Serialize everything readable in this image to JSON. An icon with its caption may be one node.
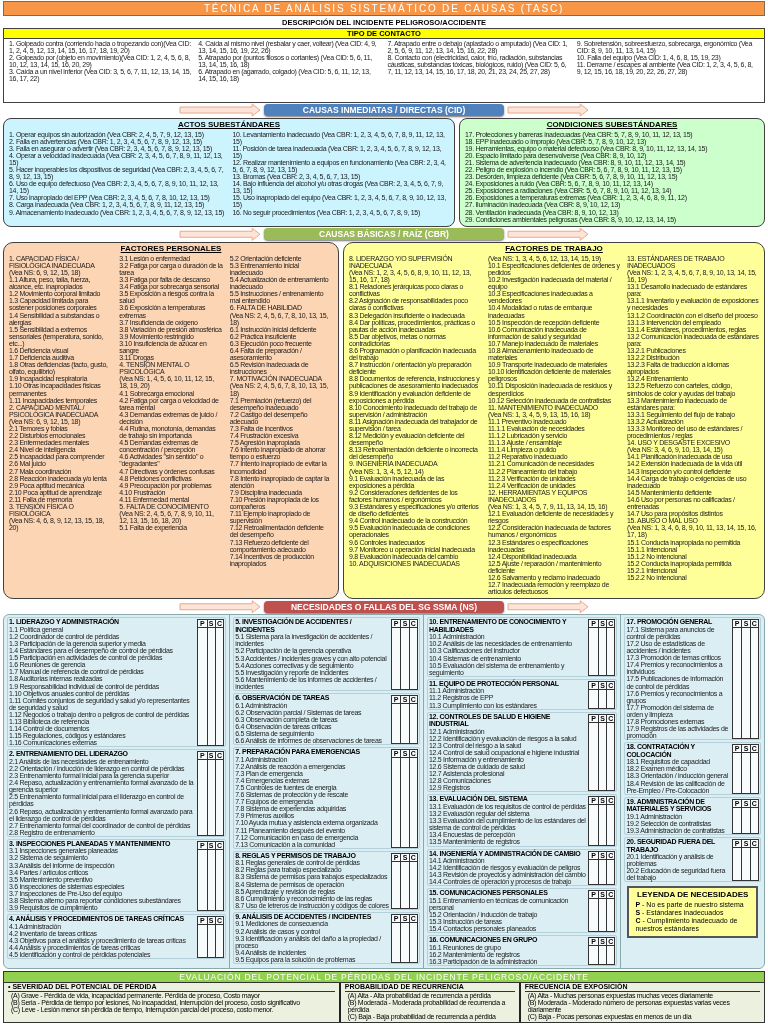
{
  "diagram": {
    "title": "TÉCNICA DE ANÁLISIS SISTEMÁTICO DE CAUSAS (TASC)",
    "labels": [
      "DESCRIPCIÓN DEL INCIDENTE PELIGROSO/ACCIDENTE"
    ],
    "edges": [
      {
        "from": null,
        "to": 1,
        "arrow": "to"
      },
      {
        "from": 1,
        "to": null,
        "arrow": "to"
      },
      {
        "from": null,
        "to": 4,
        "arrow": "to"
      },
      {
        "from": 4,
        "to": null,
        "arrow": "to"
      },
      {
        "from": null,
        "to": 7,
        "arrow": "to"
      },
      {
        "from": 7,
        "to": null,
        "arrow": "to"
      }
    ],
    "nodes": [
      {
        "text": [
          "TIPO DE CONTACTO",
          "1. Golpeado contra (corriendo hacia o tropezando con)(Vea CID: 1, 2, 4, 5, 12, 13, 14, 15, 16, 17, 18, 19, 20)",
          "2. Golpeado por (objeto en movimiento)(Vea CID: 1, 2, 4, 5, 6, 8, 10, 12, 13, 14, 15, 16, 20, 29)",
          "3. Caída a un nivel inferior (Vea CID: 3, 5, 6, 7, 11, 12, 13, 14, 15, 16, 17, 22)",
          "4. Caída al mismo nivel (resbalar y caer, voltear) (Vea CID: 4, 9, 13, 14, 15, 16, 19, 22, 26)",
          "5. Atrapado por (puntos filosos o cortantes) (Vea CID: 5, 6, 11, 13, 14, 15, 16, 18)",
          "6. Atrapado en (agarrado, colgado) (Vea CID: 5, 6, 11, 12, 13, 14, 15, 16, 18)",
          "7. Atrapado entre o debajo (aplastado o amputado) (Vea CID: 1, 2, 5, 6, 9, 11, 12, 13, 14, 15, 16, 22, 28)",
          "8. Contacto con (electricidad, calor, frío, radiación, substancias cáusticas, substancias tóxicas, biológicos, ruido) (Vea CID: 5, 6, 7, 11, 12, 13, 14, 15, 16, 17, 18, 20, 21, 23, 24, 25, 27, 28)",
          "9. Sobretensión, sobreesfuerzo, sobrecarga, ergonómico (Vea CID: 8, 9, 10, 11, 13, 14, 15)",
          "10. Falla del equipo (Vea CID: 1, 4, 6, 8, 15, 19, 23)",
          "11. Derrame / escapes al ambiente (Vea CID: 1, 2, 3, 4, 5, 6, 8, 9, 12, 15, 16, 18, 19, 20, 22, 26, 27, 28)"
        ]
      },
      {
        "text": [
          "CAUSAS INMEDIATAS / DIRECTAS (CID)"
        ]
      },
      {
        "text": [
          "ACTOS SUBESTÁNDARES",
          "1. Operar equipos sin autorización (Vea CBR: 2, 4, 5, 7, 9, 12, 13, 15)",
          "2. Falla en advertencias (Vea CBR: 1, 2, 3, 4, 5, 6, 7, 8, 9, 12, 13, 15)",
          "3. Falla en asegurar o advertir (Vea CBR: 2, 3, 4, 5, 6, 7, 8, 9, 12, 13, 15)",
          "4. Operar a velocidad inadecuada (Vea CBR: 2, 3, 4, 5, 6, 7, 8, 9, 11, 12, 13, 15)",
          "5. Hacer inoperables los dispositivos de seguridad (Vea CBR: 2, 3, 4, 5, 6, 7, 8, 9, 12, 13, 15)",
          "6. Uso de equipo defectuoso (Vea CBR: 2, 3, 4, 5, 6, 7, 8, 9, 10, 11, 12, 13, 14, 15)",
          "7. Uso inapropiado del EPP (Vea CBR: 2, 3, 4, 5, 6, 7, 8, 10, 12, 13, 15)",
          "8. Carga inadecuada (Vea CBR: 1, 2, 3, 4, 5, 6, 7, 8, 9, 11, 12, 13, 15)",
          "9. Almacenamiento inadecuado (Vea CBR: 1, 2, 3, 4, 5, 6, 7, 8, 9, 12, 13, 15)",
          "10. Levantamiento inadecuado (Vea CBR: 1, 2, 3, 4, 5, 6, 7, 8, 9, 11, 12, 13, 15)",
          "11. Posición de tarea inadecuada (Vea CBR: 1, 2, 3, 4, 5, 6, 7, 8, 9, 12, 13, 15)",
          "12. Realizar mantenimiento a equipos en funcionamiento (Vea CBR: 2, 3, 4, 5, 6, 7, 8, 9, 12, 13, 15)",
          "13. Bromas (Vea CBR: 2, 3, 4, 5, 6, 7, 13, 15)",
          "14. Bajo influencia del alcohol y/u otras drogas (Vea CBR: 2, 3, 4, 5, 6, 7, 9, 13, 15)",
          "15. Uso inapropiado del equipo (Vea CBR: 1, 2, 3, 4, 5, 6, 7, 8, 9, 10, 12, 13, 15)",
          "16. No seguir procedimientos (Vea CBR: 1, 2, 3, 4, 5, 6, 7, 8, 9, 15)"
        ]
      },
      {
        "text": [
          "CONDICIONES SUBESTÁNDARES",
          "17. Protecciones y barreras inadecuadas (Vea CBR: 5, 7, 8, 9, 10, 11, 12, 13, 15)",
          "18. EPP inadecuado o impropio (Vea CBR: 5, 7, 8, 9, 10, 12, 13)",
          "19. Herramientas, equipo o material defectuoso (Vea CBR: 8, 9, 10, 11, 12, 13, 14, 15)",
          "20. Espacio limitado para desenvolverse (Vea CBR: 8, 9, 10, 12)",
          "21. Sistema de advertencia inadecuado (Vea CBR: 8, 9, 10, 11, 12, 13, 14, 15)",
          "22. Peligro de explosión o incendio (Vea CBR: 5, 6, 7, 8, 9, 10, 11, 12, 13, 15)",
          "23. Desorden, limpieza deficiente (Vea CBR: 5, 6, 7, 8, 9, 10, 11, 12, 13, 15)",
          "24. Exposiciones a ruido (Vea CBR: 5, 6, 7, 8, 9, 10, 11, 12, 13, 14)",
          "25. Exposiciones a radiaciones (Vea CBR: 5, 6, 7, 8, 9, 10, 11, 12, 13, 14)",
          "26. Exposiciones a temperaturas extremas (Vea CBR: 1, 2, 3, 4, 6, 8, 9, 11, 12)",
          "27. Iluminación inadecuada (Vea CBR: 8, 9, 10, 12, 13)",
          "28. Ventilación inadecuada (Vea CBR: 8, 9, 10, 12, 13)",
          "29. Condiciones ambientales peligrosas (Vea CBR: 8, 9, 10, 12, 13, 14, 15)"
        ]
      },
      {
        "text": [
          "CAUSAS BÁSICAS / RAÍZ (CBR)"
        ]
      },
      {
        "text": [
          "FACTORES PERSONALES",
          "1. CAPACIDAD FÍSICA / FISIOLÓGICA INADECUADA",
          "(Vea NS: 6, 9, 12, 15, 18)",
          "1.1 Altura, peso, talla, fuerza, alcance, etc. inapropiados",
          "1.2 Movimiento corporal limitado",
          "1.3 Capacidad limitada para sostener posiciones corporales",
          "1.4 Sensibilidad a substancias o alergias",
          "1.5 Sensibilidad a extremos sensoriales (temperatura, sonido, etc...)",
          "1.6 Deficiencia visual",
          "1.7 Deficiencia auditiva",
          "1.8 Otras deficiencias (tacto, gusto, olfato, equilibrio)",
          "1.9 Incapacidad respiratoria",
          "1.10 Otras incapacidades físicas permanentes",
          "1.11 Incapacidades temporales",
          "2. CAPACIDAD MENTAL / PSICOLÓGICA INADECUADA",
          "(Vea NS: 6, 9, 12, 15, 18)",
          "2.1 Temores y fobias",
          "2.2 Disturbios emocionales",
          "2.3 Enfermedades mentales",
          "2.4 Nivel de inteligencia",
          "2.5 Incapacidad para comprender",
          "2.6 Mal juicio",
          "2.7 Mala coordinación",
          "2.8 Reacción inadecuada y/o lenta",
          "2.9 Poca aptitud mecánica",
          "2.10 Poca aptitud de aprendizaje",
          "2.11 Falla de memoria",
          "3. TENSIÓN FÍSICA O FISIOLÓGICA",
          "(Vea NS: 4, 6, 8, 9, 12, 13, 15, 18, 20)",
          "3.1 Lesión o enfermedad",
          "3.2 Fatiga por carga o duración de la tarea",
          "3.3 Fatiga por falta de descanso",
          "3.4 Fatiga por sobrecarga sensorial",
          "3.5 Exposición a riesgos contra la salud",
          "3.6 Exposición a temperaturas extremas",
          "3.7 Insuficiencia de oxígeno",
          "3.8 Variación de presión atmosférica",
          "3.9 Movimiento restringido",
          "3.10 Insuficiencia de azúcar en sangre",
          "3.11 Drogas",
          "4. TENSIÓN MENTAL O PSICOLÓGICA",
          "(Vea NS: 1, 4, 5, 6, 10, 11, 12, 15, 18, 19, 20)",
          "4.1 Sobrecarga emocional",
          "4.2 Fatiga por carga o velocidad de tarea mental",
          "4.3 Demandas extremas de juicio / decisión",
          "4.4 Rutina, monotonía, demandas de trabajo sin importancia",
          "4.5 Demandas extremas de concentración / percepción",
          "4.6 Actividades \"sin sentido\" o \"degradantes\"",
          "4.7 Directivas y órdenes confusas",
          "4.8 Peticiones conflictivas",
          "4.9 Preocupación por problemas",
          "4.10 Frustración",
          "4.11 Enfermedad mental",
          "5. FALTA DE CONOCIMIENTO",
          "(Vea NS: 2, 4, 5, 6, 7, 8, 9, 10, 11, 12, 13, 15, 16, 18, 20)",
          "5.1 Falta de experiencia",
          "5.2 Orientación deficiente",
          "5.3 Entrenamiento inicial inadecuado",
          "5.4 Actualización de entrenamiento inadecuado",
          "5.5 Instrucciones / entrenamiento mal entendido",
          "6. FALTA DE HABILIDAD",
          "(Vea NS: 2, 4, 5, 6, 7, 8, 10, 13, 15, 18)",
          "6.1 Instrucción inicial deficiente",
          "6.2 Práctica insuficiente",
          "6.3 Ejecución poco frecuente",
          "6.4 Falta de preparación / asesoramiento",
          "6.5 Revisión inadecuada de instrucciones",
          "7. MOTIVACIÓN INADECUADA",
          "(Vea NS: 2, 4, 5, 6, 7, 8, 10, 13, 15, 18)",
          "7.1 Premiación (refuerzo) del desempeño inadecuado",
          "7.2 Castigo del desempeño adecuado",
          "7.3 Falta de incentivos",
          "7.4 Frustración excesiva",
          "7.5 Agresión inapropiada",
          "7.6 Intento inapropiado de ahorrar tiempo o esfuerzo",
          "7.7 Intento inapropiado de evitar la incomodidad",
          "7.8 Intento inapropiado de captar la atención",
          "7.9 Disciplina inadecuada",
          "7.10 Presión inapropiada de los compañeros",
          "7.11 Ejemplo inapropiado de supervisión",
          "7.12 Retroalimentación deficiente del desempeño",
          "7.13 Refuerzo deficiente del comportamiento adecuado",
          "7.14 Incentivos de producción inapropiados"
        ]
      },
      {
        "text": [
          "FACTORES DE TRABAJO",
          "8. LIDERAZGO Y/O SUPERVISIÓN INADECUADA",
          "(Vea NS: 1, 2, 3, 4, 5, 6, 8, 9, 10, 11, 12, 13, 15, 16, 17, 18)",
          "8.1 Relaciones jerárquicas poco claras o conflictivas",
          "8.2 Asignación de responsabilidades poco claras o conflictivas",
          "8.3 Delegación insuficiente o inadecuada",
          "8.4 Dar políticas, procedimientos, prácticas o pautas de acción inadecuadas",
          "8.5 Dar objetivos, metas o normas contradictorias",
          "8.6 Programación o planificación inadecuada del trabajo",
          "8.7 Instrucción / orientación y/o preparación deficiente",
          "8.8 Documentos de referencia, instrucciones y publicaciones de asesoramiento inadecuados",
          "8.9 Identificación y evaluación deficiente de exposiciones a pérdida",
          "8.10 Conocimiento inadecuado del trabajo de supervisión / administración",
          "8.11 Asignación inadecuada del trabajador de supervisión / tarea",
          "8.12 Medición y evaluación deficiente del desempeño",
          "8.13 Retroalimentación deficiente o incorrecta del desempeño",
          "9. INGENIERÍA INADECUADA",
          "(Vea NS: 1, 3, 4, 5, 12, 14)",
          "9.1 Evaluación inadecuada de las exposiciones a pérdida",
          "9.2 Consideraciones deficientes de los factores humanos / ergonómicos",
          "9.3 Estándares y especificaciones y/o criterios de diseño deficientes",
          "9.4 Control inadecuado de la construcción",
          "9.5 Evaluación inadecuada de condiciones operacionales",
          "9.6 Controles inadecuados",
          "9.7 Monitoreo u operación inicial inadecuada",
          "9.8 Evaluación inadecuada del cambio",
          "10. ADQUISICIONES INADECUADAS",
          "(Vea NS: 1, 3, 4, 5, 6, 12, 13, 14, 15, 19)",
          "10.1 Especificaciones deficientes de órdenes y pedidos",
          "10.2 Investigación inadecuada del material / equipo",
          "10.3 Especificaciones inadecuadas a vendedores",
          "10.4 Modalidad o rutas de embarque inadecuadas",
          "10.5 Inspección de recepción deficiente",
          "10.6 Comunicación inadecuada de información de salud y seguridad",
          "10.7 Manejo inadecuado de materiales",
          "10.8 Almacenamiento inadecuado de materiales",
          "10.9 Transporte inadecuado de materiales",
          "10.10 Identificación deficiente de materiales peligrosos",
          "10.11 Disposición inadecuada de residuos y desperdicios",
          "10.12 Selección inadecuada de contratistas",
          "11. MANTENIMIENTO INADECUADO",
          "(Vea NS: 1, 3, 4, 5, 9, 13, 15, 16, 18)",
          "11.1 Preventivo inadecuado",
          "11.1.1 Evaluación de necesidades",
          "11.1.2 Lubricación y servicio",
          "11.1.3 Ajuste / ensamblaje",
          "11.1.4 Limpieza o pulido",
          "11.2 Reparativo inadecuado",
          "11.2.1 Comunicación de necesidades",
          "11.2.2 Planeamiento del trabajo",
          "11.2.3 Verificación de unidades",
          "11.2.4 Verificación de unidades",
          "12. HERRAMIENTAS Y EQUIPOS INADECUADOS",
          "(Vea NS: 1, 3, 4, 5, 7, 9, 11, 13, 14, 15, 16)",
          "12.1 Evaluación deficiente de necesidades y riesgos",
          "12.2 Consideración inadecuada de factores humanos / ergonómicos",
          "12.3 Estándares o especificaciones inadecuadas",
          "12.4 Disponibilidad inadecuada",
          "12.5 Ajuste / reparación / mantenimiento deficiente",
          "12.6 Salvamento y reclamo inadecuado",
          "12.7 Inadecuada remoción y reemplazo de artículos defectuosos",
          "13. ESTÁNDARES DE TRABAJO INADECUADOS",
          "(Vea NS: 1, 2, 3, 4, 5, 6, 7, 8, 9, 10, 13, 14, 15, 16, 19)",
          "13.1 Desarrollo inadecuado de estándares para:",
          "13.1.1 Inventario y evaluación de exposiciones y necesidades",
          "13.1.2 Coordinación con el diseño del proceso",
          "13.1.3 Intervención del empleado",
          "13.1.4 Estándares, procedimientos, reglas",
          "13.2 Comunicación inadecuada de estándares para:",
          "13.2.1 Publicaciones",
          "13.2.2 Distribución",
          "13.2.3 Falta de traducción a idiomas apropiados",
          "13.2.4 Entrenamiento",
          "13.2.5 Refuerzo con carteles, código, símbolos de color y ayudas del trabajo",
          "13.3 Mantenimiento inadecuado de estándares para:",
          "13.3.1 Seguimiento del flujo de trabajo",
          "13.3.2 Actualización",
          "13.3.3 Monitoreo del uso de estándares / procedimientos / reglas",
          "14. USO Y DESGASTE EXCESIVO",
          "(Vea NS: 3, 4, 6, 9, 10, 13, 14, 15)",
          "14.1 Planificación inadecuada de uso",
          "14.2 Extensión inadecuada de la vida útil",
          "14.3 Inspección y/o control deficiente",
          "14.4 Carga de trabajo o exigencias de uso inadecuado",
          "14.5 Mantenimiento deficiente",
          "14.6 Uso por personas no calificadas / entrenadas",
          "14.7 Uso para propósitos distintos",
          "15. ABUSO O MAL USO",
          "(Vea NS: 1, 3, 4, 6, 8, 9, 10, 11, 13, 14, 15, 16, 17, 18)",
          "15.1 Conducta inapropiada no permitida",
          "15.1.1 Intencional",
          "15.1.2 No intencional",
          "15.2 Conducta inapropiada permitida",
          "15.2.1 Intencional",
          "15.2.2 No intencional"
        ]
      },
      {
        "text": [
          "NECESIDADES O FALLAS DEL SG SSMA (NS)"
        ]
      },
      {
        "text": [],
        "shape": "box"
      },
      {
        "text": [
          "1. LIDERAZGO Y ADMINISTRACIÓN",
          "1.1 Política general",
          "1.2 Coordinador de control de pérdidas",
          "1.3 Participación de la gerencia superior y media",
          "1.4 Estándares para el desempeño de control de pérdidas",
          "1.5 Participación en actividades de control de pérdidas",
          "1.6 Reuniones de gerencia",
          "1.7 Manual de referencia de control de pérdidas",
          "1.8 Auditorías internas realizadas",
          "1.9 Responsabilidad individual de control de pérdidas",
          "1.10 Objetivos anuales control de pérdidas",
          "1.11 Comités conjuntos de seguridad y salud y/o representantes de seguridad y salud",
          "1.12 Negocios o trabajo dentro o peligros de control de pérdidas",
          "1.13 Biblioteca de referencia",
          "1.14 Control de documentos",
          "1.15 Regulaciones, códigos y estándares",
          "1.16 Comunicaciones externas",
          "P",
          "S",
          "C"
        ],
        "in": 8
      },
      {
        "text": [
          "2. ENTRENAMIENTO DEL LIDERAZGO",
          "2.1 Análisis de las necesidades de entrenamiento",
          "2.2 Orientación / inducción de liderazgo en control de pérdidas",
          "2.3 Entrenamiento formal inicial para la gerencia superior",
          "2.4 Repaso, actualización y entrenamiento formal avanzado de la gerencia superior",
          "2.5 Entrenamiento formal inicial para el liderazgo en control de pérdidas",
          "2.6 Repaso, actualización y entrenamiento formal avanzado para el liderazgo de control de pérdidas",
          "2.7 Entrenamiento formal del coordinador de control de pérdidas",
          "2.8 Registro de entrenamiento",
          "P",
          "S",
          "C"
        ],
        "in": 8
      },
      {
        "text": [
          "3. INSPECCIONES PLANEADAS Y MANTENIMIENTO",
          "3.1 Inspecciones generales planeadas",
          "3.2 Sistema de seguimiento",
          "3.3 Análisis del informe de inspección",
          "3.4 Partes / artículos críticos",
          "3.5 Mantenimiento preventivo",
          "3.6 Inspecciones de sistemas especiales",
          "3.7 Inspecciones de Pre-Uso del equipo",
          "3.8 Sistema alterno para reportar condiciones subestándares",
          "3.9 Requisitos de cumplimiento",
          "P",
          "S",
          "C"
        ],
        "in": 8
      },
      {
        "text": [
          "4. ANÁLISIS Y PROCEDIMIENTOS DE TAREAS CRÍTICAS",
          "4.1 Administración",
          "4.2 Inventario de tareas críticas",
          "4.3 Objetivos para el análisis y procedimiento de tareas críticas",
          "4.4 Análisis y procedimientos de tareas críticas",
          "4.5 Identificación y control de pérdidas potenciales",
          "P",
          "S",
          "C"
        ],
        "in": 8
      },
      {
        "text": [
          "5. INVESTIGACIÓN DE ACCIDENTES / INCIDENTES",
          "5.1 Sistema para la investigación de accidentes / incidentes",
          "5.2 Participación de la gerencia operativa",
          "5.3 Accidentes / incidentes graves y con alto potencial",
          "5.4 Acciones correctivas y de seguimiento",
          "5.5 Investigación y reporte de incidentes",
          "5.6 Mantenimiento de los informes de accidentes / incidentes",
          "P",
          "S",
          "C"
        ],
        "in": 8
      },
      {
        "text": [
          "6. OBSERVACIÓN DE TAREAS",
          "6.1 Administración",
          "6.2 Observación parcial / Sistemas de tareas",
          "6.3 Observación completa de tareas",
          "6.4 Observación de tareas críticas",
          "6.5 Sistema de seguimiento",
          "6.6 Análisis de informes de observaciones de tareas",
          "P",
          "S",
          "C"
        ],
        "in": 8
      },
      {
        "text": [
          "7. PREPARACIÓN PARA EMERGENCIAS",
          "7.1 Administración",
          "7.2 Análisis de reacción a emergencias",
          "7.3 Plan de emergencia",
          "7.4 Emergencias externas",
          "7.5 Controles de fuentes de energía",
          "7.6 Sistemas de protección y de rescate",
          "7.7 Equipos de emergencia",
          "7.8 Sistema de experiencias adquiridas",
          "7.9 Primeros auxilios",
          "7.10 Ayuda mutua y asistencia externa organizada",
          "7.11 Planeamiento después del evento",
          "7.12 Comunicación en caso de emergencia",
          "7.13 Comunicación a la comunidad",
          "P",
          "S",
          "C"
        ],
        "in": 8
      },
      {
        "text": [
          "8. REGLAS Y PERMISOS DE TRABAJO",
          "8.1 Reglas generales de control de pérdidas",
          "8.2 Reglas para trabajo especializado",
          "8.3 Sistema de permisos para trabajos especializados",
          "8.4 Sistema de permisos de operación",
          "8.5 Aprendizaje y revisión de reglas",
          "8.6 Cumplimiento y reconocimiento de las reglas",
          "8.7 Uso de letreros de instrucción y códigos de colores",
          "P",
          "S",
          "C"
        ],
        "in": 8
      },
      {
        "text": [
          "9. ANÁLISIS DE ACCIDENTES / INCIDENTES",
          "9.1 Mediciones de consecuencia",
          "9.2 Análisis de casos y control",
          "9.3 Identificación y análisis del daño a la propiedad / proceso",
          "9.4 Análisis de incidentes",
          "9.5 Equipos para la solución de problemas",
          "P",
          "S",
          "C"
        ],
        "in": 8
      },
      {
        "text": [
          "10. ENTRENAMIENTO DE CONOCIMIENTO Y HABILIDADES",
          "10.1 Administración",
          "10.2 Análisis de las necesidades de entrenamiento",
          "10.3 Calificaciones del instructor",
          "10.4 Sistemas de entrenamiento",
          "10.5 Evaluación del sistema de entrenamiento y seguimiento",
          "P",
          "S",
          "C"
        ],
        "in": 8
      },
      {
        "text": [
          "11. EQUIPO DE PROTECCIÓN PERSONAL",
          "11.1 Administración",
          "11.2 Registros de EPP",
          "11.3 Cumplimiento con los estándares",
          "P",
          "S",
          "C"
        ],
        "in": 8
      },
      {
        "text": [
          "12. CONTROLES DE SALUD E HIGIENE INDUSTRIAL",
          "12.1 Administración",
          "12.2 Identificación y evaluación de riesgos a la salud",
          "12.3 Control del riesgo a la salud",
          "12.4 Control de salud ocupacional e higiene industrial",
          "12.5 Información y entrenamiento",
          "12.6 Sistema de cuidado de salud",
          "12.7 Asistencia profesional",
          "12.8 Comunicaciones",
          "12.9 Registros",
          "P",
          "S",
          "C"
        ],
        "in": 8
      },
      {
        "text": [
          "13. EVALUACIÓN DEL SISTEMA",
          "13.1 Evaluación de los requisitos de control de pérdidas",
          "13.2 Evaluación regular del sistema",
          "13.3 Evaluación del cumplimiento de los estándares del sistema de control de pérdidas",
          "13.4 Encuestas de percepción",
          "13.5 Mantenimiento de registros",
          "P",
          "S",
          "C"
        ],
        "in": 8
      },
      {
        "text": [
          "14. INGENIERÍA Y ADMINISTRACIÓN DE CAMBIO",
          "14.1 Administración",
          "14.2 Identificación de riesgos y evaluación de peligros",
          "14.3 Revisión de proyectos y administración del cambio",
          "14.4 Controles de operación y procesos de trabajo",
          "P",
          "S",
          "C"
        ],
        "in": 8
      },
      {
        "text": [
          "15. COMUNICACIONES PERSONALES",
          "15.1 Entrenamiento en técnicas de comunicación personal",
          "15.2 Orientación / inducción de trabajo",
          "15.3 Instrucción de tareas",
          "15.4 Contactos personales planeados",
          "P",
          "S",
          "C"
        ],
        "in": 8
      },
      {
        "text": [
          "16. COMUNICACIONES EN GRUPO",
          "16.1 Reuniones de grupo",
          "16.2 Mantenimiento de registros",
          "16.3 Participación de la administración",
          "P",
          "S",
          "C"
        ],
        "in": 8
      },
      {
        "text": [
          "17. PROMOCIÓN GENERAL",
          "17.1 Sistema para anuncios de control de pérdidas",
          "17.2 Uso de estadísticas de accidentes / incidentes",
          "17.3 Promoción de temas críticos",
          "17.4 Premios y reconocimientos a individuos",
          "17.5 Publicaciones de información de control de pérdidas",
          "17.6 Premios y reconocimientos a grupos",
          "17.7 Promoción del sistema de orden y limpieza",
          "17.8 Promociones externas",
          "17.9 Registros de las actividades de promoción",
          "P",
          "S",
          "C"
        ],
        "in": 8
      },
      {
        "text": [
          "18. CONTRATACIÓN Y COLOCACIÓN",
          "18.1 Requisitos de capacidad",
          "18.2 Examen médico",
          "18.3 Orientación / inducción general",
          "18.4 Revisión de las calificación de Pre-Empleo / Pre-Colocación",
          "P",
          "S",
          "C"
        ],
        "in": 8
      },
      {
        "text": [
          "19. ADMINISTRACIÓN DE MATERIALES Y SERVICIOS",
          "19.1 Administración",
          "19.2 Selección de contratistas",
          "19.3 Administración de contratistas",
          "P",
          "S",
          "C"
        ],
        "in": 8
      },
      {
        "text": [
          "20. SEGURIDAD FUERA DEL TRABAJO",
          "20.1 Identificación y análisis de problemas",
          "20.2 Educación de seguridad fuera del trabajo",
          "P",
          "S",
          "C"
        ],
        "in": 8
      },
      {
        "text": [
          "LEYENDA DE NECESIDADES",
          "**P** - No es parte de nuestro sistema",
          "**S** - Estándares inadecuados",
          "**C** - Cumplimiento inadecuado de nuestros estándares"
        ],
        "in": 8
      },
      {
        "text": [
          "EVALUACIÓN DEL POTENCIAL DE PÉRDIDAS DEL INCIDENTE PELIGROSO/ACCIDENTE"
        ]
      },
      {
        "text": [
          "• SEVERIDAD DEL POTENCIAL DE PÉRDIDA",
          "(A) Grave - Pérdida de vida, incapacidad permanente. Pérdida de proceso, Costo mayor",
          "(B) Seria - Pérdida de tiempo por lesiones, No incapacidad, Interrupción del proceso, costo significativo",
          "(C) Leve - Lesión menor sin pérdida de tiempo, Interrupción parcial del proceso, costo menor."
        ],
        "in": 30
      },
      {
        "text": [
          "PROBABILIDAD DE RECURRENCIA",
          "(A) Alta - Alta probabilidad de recurrencia a pérdida",
          "(B) Moderada - Moderada probabilidad de recurrencia a pérdida",
          "(C) Baja - Baja probabilidad de recurrencia a pérdida"
        ],
        "in": 30
      },
      {
        "text": [
          "FRECUENCIA DE EXPOSICIÓN",
          "(A) Alta - Muchas personas expuestas muchas veces diariamente",
          "(B) Moderada - Moderado número de personas expuestas varias veces diariamente",
          "(C) Baja - Pocas personas expuestas en menos de un día"
        ],
        "in": 30
      }
    ]
  }
}
